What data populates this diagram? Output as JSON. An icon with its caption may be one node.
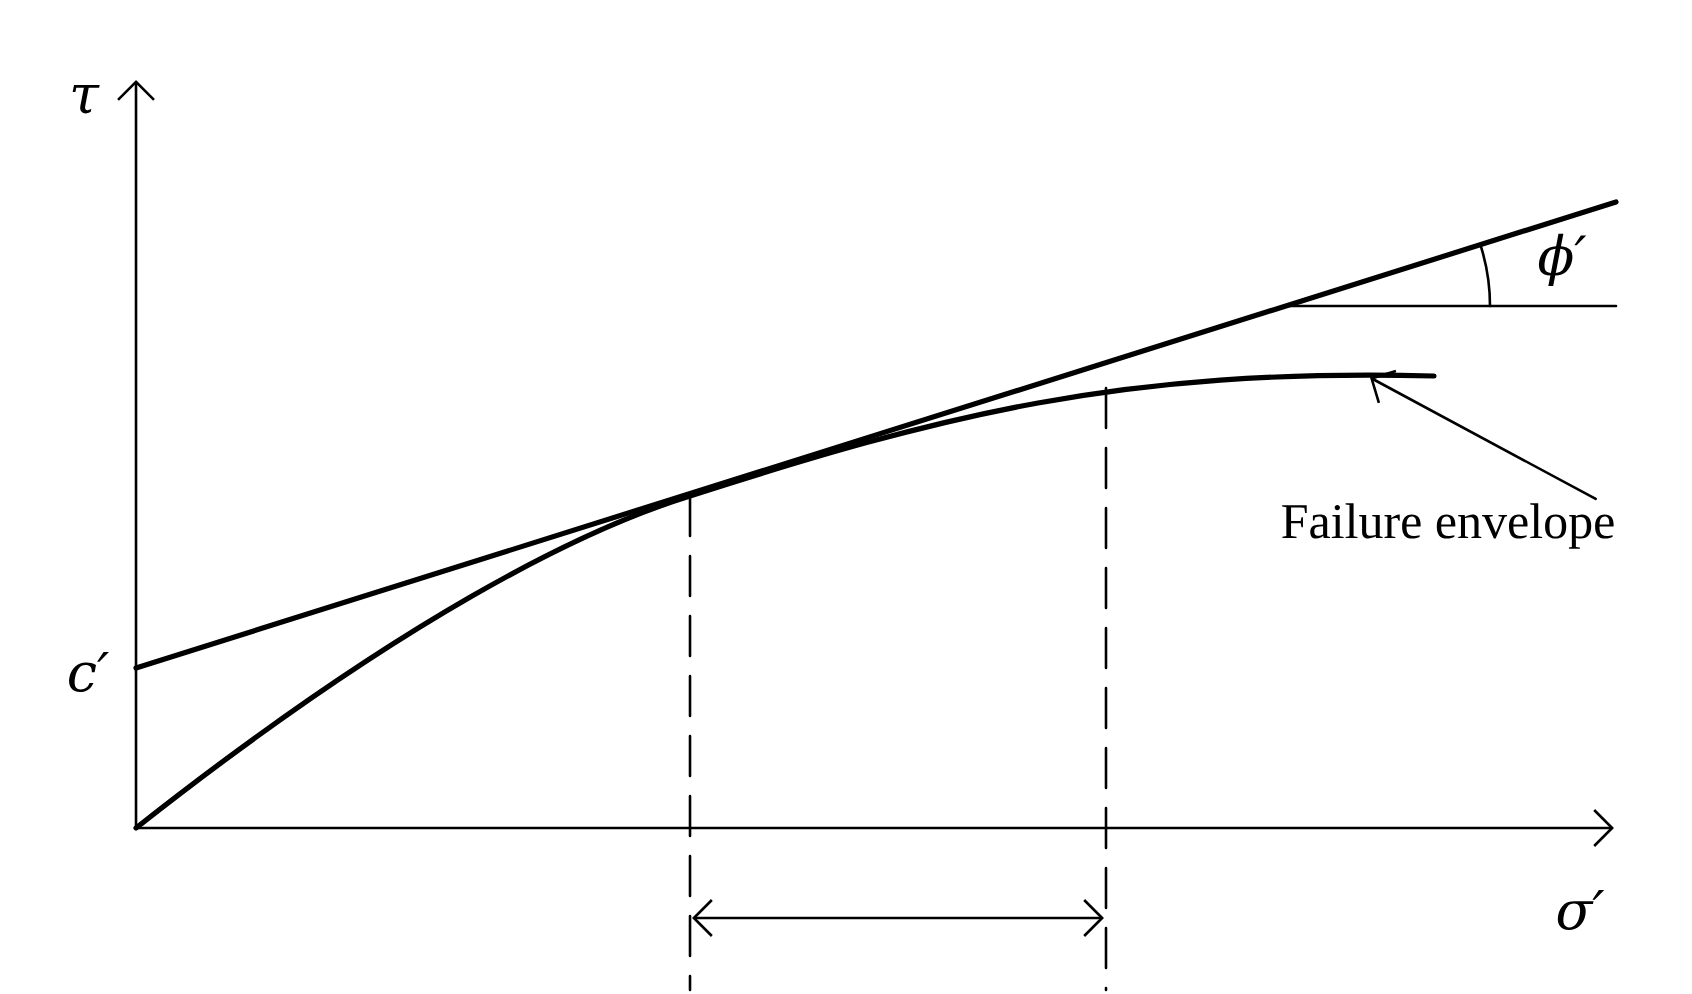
{
  "diagram": {
    "nodes": [
      {
        "text": [
          "Failure envelope"
        ]
      },
      {
        "text": [],
        "shape": "curve"
      }
    ],
    "edges": [
      {
        "from": 0,
        "to": 1,
        "arrow": "to"
      }
    ],
    "labels": [
      "τ",
      "c′",
      "ϕ′",
      "σ′"
    ]
  }
}
